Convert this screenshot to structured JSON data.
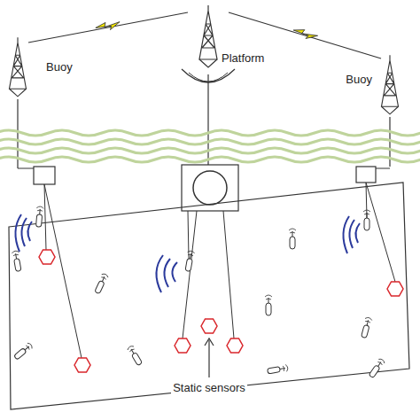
{
  "diagram": {
    "labels": [
      "Buoy",
      "Platform",
      "Buoy",
      "Static sensors"
    ]
  }
}
